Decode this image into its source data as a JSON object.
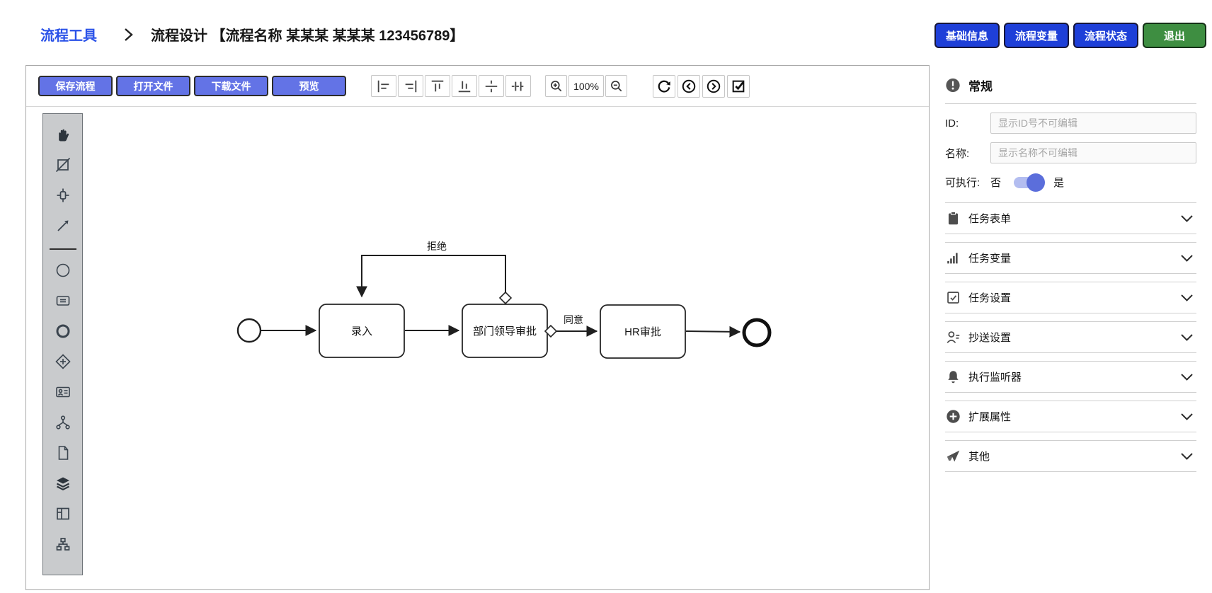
{
  "header": {
    "breadcrumb_root": "流程工具",
    "page_title": "流程设计 【流程名称 某某某 某某某 123456789】",
    "buttons": [
      {
        "label": "基础信息"
      },
      {
        "label": "流程变量"
      },
      {
        "label": "流程状态"
      },
      {
        "label": "退出"
      }
    ]
  },
  "toolbar": {
    "file_buttons": [
      {
        "label": "保存流程"
      },
      {
        "label": "打开文件"
      },
      {
        "label": "下载文件"
      },
      {
        "label": "预览"
      }
    ],
    "align_tools": [
      "align-left",
      "align-right",
      "align-top",
      "align-bottom",
      "align-vertical-center",
      "align-horizontal-center"
    ],
    "zoom_level": "100%",
    "history_tools": [
      "refresh",
      "undo",
      "redo",
      "validate"
    ]
  },
  "palette": {
    "tools": [
      "hand-tool",
      "lasso-tool",
      "space-tool",
      "global-connect-tool",
      "start-event",
      "task",
      "end-event",
      "gateway",
      "user-task",
      "subprocess",
      "file",
      "layers",
      "panel",
      "org-chart"
    ]
  },
  "diagram": {
    "nodes": [
      {
        "type": "start-event",
        "label": ""
      },
      {
        "type": "user-task",
        "label": "录入"
      },
      {
        "type": "user-task",
        "label": "部门领导审批"
      },
      {
        "type": "user-task",
        "label": "HR审批"
      },
      {
        "type": "end-event",
        "label": ""
      }
    ],
    "flows": [
      {
        "from": "start-event",
        "to": "录入",
        "label": ""
      },
      {
        "from": "录入",
        "to": "部门领导审批",
        "label": ""
      },
      {
        "from": "部门领导审批",
        "to": "HR审批",
        "label": "同意"
      },
      {
        "from": "部门领导审批",
        "to": "录入",
        "label": "拒绝"
      },
      {
        "from": "HR审批",
        "to": "end-event",
        "label": ""
      }
    ]
  },
  "properties": {
    "general": {
      "title": "常规",
      "id_label": "ID:",
      "id_placeholder": "显示ID号不可编辑",
      "id_value": "",
      "name_label": "名称:",
      "name_placeholder": "显示名称不可编辑",
      "name_value": "",
      "executable_label": "可执行:",
      "executable_off": "否",
      "executable_on": "是",
      "executable_value": true
    },
    "sections": [
      {
        "icon": "clipboard-icon",
        "label": "任务表单"
      },
      {
        "icon": "bar-chart-icon",
        "label": "任务变量"
      },
      {
        "icon": "checkbox-icon",
        "label": "任务设置"
      },
      {
        "icon": "copy-user-icon",
        "label": "抄送设置"
      },
      {
        "icon": "bell-icon",
        "label": "执行监听器"
      },
      {
        "icon": "plus-circle-icon",
        "label": "扩展属性"
      },
      {
        "icon": "send-icon",
        "label": "其他"
      }
    ]
  },
  "colors": {
    "primary_blue": "#1e3fd8",
    "exit_green": "#3e8e41",
    "toolbar_blue": "#6373e6",
    "link_blue": "#2a52e8",
    "toggle_on": "#5b6edb",
    "toggle_track": "#b3bdf0"
  }
}
